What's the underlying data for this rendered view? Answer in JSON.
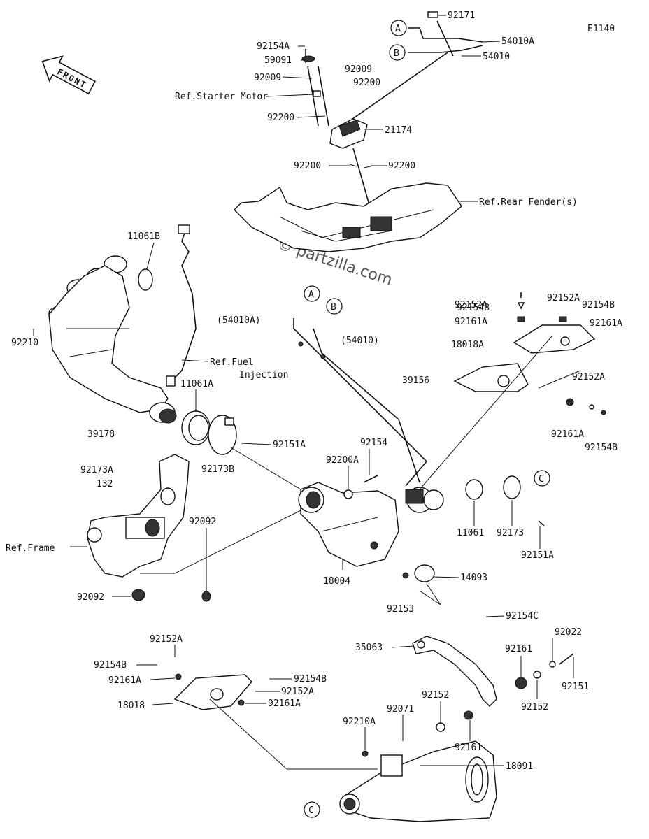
{
  "diagram": {
    "code": "E1140",
    "front_label": "FRONT",
    "watermark": "© partzilla.com",
    "callouts": {
      "A": "A",
      "B": "B",
      "C": "C"
    },
    "labels": {
      "p92171": "92171",
      "p54010A": "54010A",
      "p54010": "54010",
      "p92154A": "92154A",
      "p59091": "59091",
      "p92009_r": "92009",
      "p92009_l": "92009",
      "p92200_a": "92200",
      "ref_starter": "Ref.Starter Motor",
      "p92200_b": "92200",
      "p21174": "21174",
      "p92200_c": "92200",
      "p92200_d": "92200",
      "ref_rear_fender": "Ref.Rear Fender(s)",
      "p11061B": "11061B",
      "p92210": "92210",
      "p39178": "39178",
      "ref_fuel_1": "Ref.Fuel",
      "ref_fuel_2": "Injection",
      "p11061A": "11061A",
      "p54010A_paren": "(54010A)",
      "p54010_paren": "(54010)",
      "p92154B_1": "92154B",
      "p92152A_1": "92152A",
      "p92161A_1": "92161A",
      "p18018A": "18018A",
      "p92152A_2": "92152A",
      "p92154B_2": "92154B",
      "p92161A_2": "92161A",
      "p39156": "39156",
      "p92152A_3": "92152A",
      "p92161A_3": "92161A",
      "p92154B_3": "92154B",
      "p92151A_1": "92151A",
      "p92173B": "92173B",
      "p92173A": "92173A",
      "p132": "132",
      "p92154": "92154",
      "p92200A": "92200A",
      "ref_frame": "Ref.Frame",
      "p92092_1": "92092",
      "p92092_2": "92092",
      "p18004": "18004",
      "p11061": "11061",
      "p92173": "92173",
      "p92151A_2": "92151A",
      "p14093": "14093",
      "p92153": "92153",
      "p92154C": "92154C",
      "p35063": "35063",
      "p92022": "92022",
      "p92161_1": "92161",
      "p92151": "92151",
      "p92152_1": "92152",
      "p92152A_4": "92152A",
      "p92154B_4": "92154B",
      "p92161A_4": "92161A",
      "p92154B_5": "92154B",
      "p92152A_5": "92152A",
      "p92161A_5": "92161A",
      "p18018": "18018",
      "p92152_2": "92152",
      "p92071": "92071",
      "p92210A": "92210A",
      "p92161_2": "92161",
      "p18091": "18091"
    }
  }
}
